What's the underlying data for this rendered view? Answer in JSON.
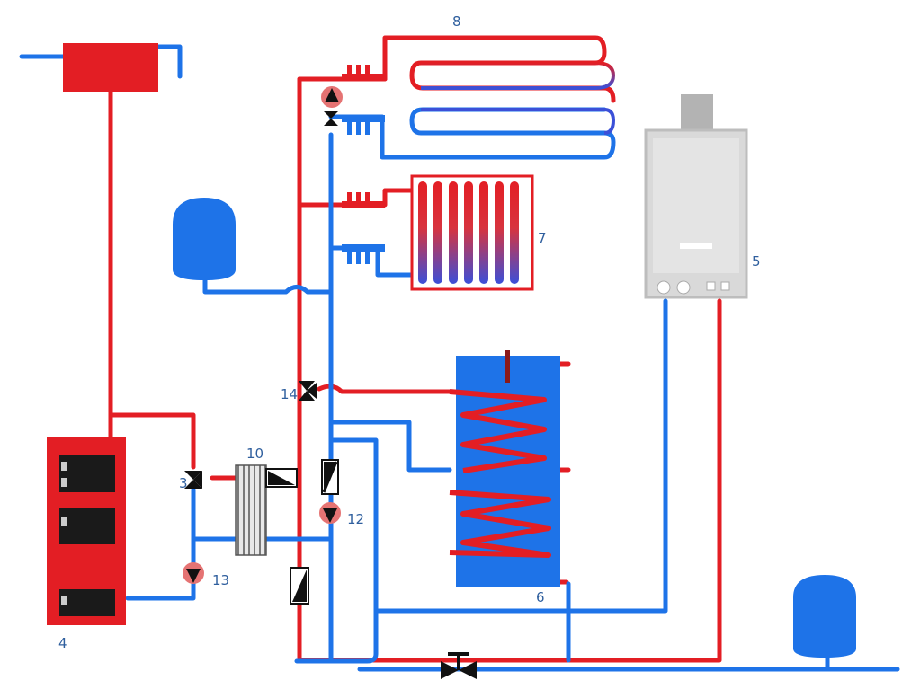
{
  "colors": {
    "hot": "#e31e24",
    "cold": "#1e73e8",
    "boiler_body": "#d9d9d9",
    "boiler_outline": "#bdbdbd",
    "label": "#2f5f9e",
    "valve": "#111111"
  },
  "labels": {
    "l3": "3",
    "l4": "4",
    "l5": "5",
    "l6": "6",
    "l7": "7",
    "l8": "8",
    "l10": "10",
    "l12": "12",
    "l13": "13",
    "l14": "14"
  },
  "icons": {
    "solid_fuel_boiler": "solid-fuel-boiler-icon",
    "gas_boiler": "wall-gas-boiler-icon",
    "storage_tank": "hot-water-cylinder-icon",
    "radiator": "radiator-icon",
    "floor_heating": "underfloor-heating-coil-icon",
    "expansion_tank": "expansion-vessel-icon",
    "pump": "circulation-pump-icon",
    "three_way_valve": "three-way-valve-icon",
    "check_valve": "check-valve-icon",
    "heat_exchanger": "plate-heat-exchanger-icon",
    "header_tank": "header-tank-icon",
    "shutoff_valve": "shutoff-valve-icon"
  }
}
